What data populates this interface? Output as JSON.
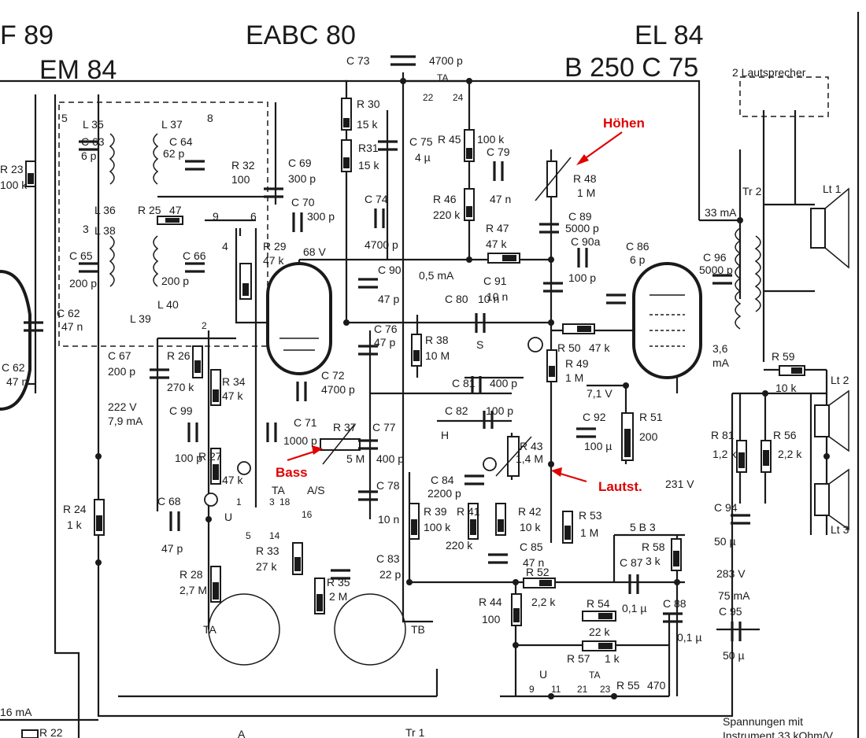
{
  "tubes": {
    "ef89": "F 89",
    "em84": "EM 84",
    "eabc80": "EABC 80",
    "el84": "EL 84",
    "rect": "B 250 C 75"
  },
  "annotations": {
    "hoehen": "Höhen",
    "bass": "Bass",
    "lautst": "Lautst."
  },
  "speakers": {
    "header": "2 Lautsprecher",
    "lt1": "Lt 1",
    "lt2": "Lt 2",
    "lt3": "Lt 3",
    "tr2": "Tr 2",
    "tr1": "Tr 1"
  },
  "voltages": {
    "v68": "68 V",
    "ma05": "0,5 mA",
    "v222": "222 V",
    "ma79": "7,9 mA",
    "v71": "7,1 V",
    "ma33": "33 mA",
    "ma36a": "3,6",
    "ma36b": "mA",
    "v231": "231 V",
    "v283": "283 V",
    "ma75": "75 mA",
    "ma16": "16 mA"
  },
  "footer": {
    "line1": "Spannungen mit",
    "line2": "Instrument 33 kOhm/V"
  },
  "components": {
    "c73": "C 73",
    "c73v": "4700 p",
    "ta_top": "TA",
    "n22": "22",
    "n24": "24",
    "r30": "R 30",
    "r30v": "15 k",
    "r31": "R31",
    "r31v": "15 k",
    "c75": "C 75",
    "c75v": "4 µ",
    "r45": "R 45",
    "r45v": "100 k",
    "c79": "C 79",
    "c79v": "47 n",
    "r48": "R 48",
    "r48v": "1 M",
    "l35": "L 35",
    "l37": "L 37",
    "p5": "5",
    "p8": "8",
    "c63": "C 63",
    "c63v": "6 p",
    "c64": "C 64",
    "c64v": "62 p",
    "r32": "R 32",
    "r32v": "100",
    "c69": "C 69",
    "c69v": "300 p",
    "r46": "R 46",
    "r46v": "220 k",
    "c89": "C 89",
    "c89v": "5000 p",
    "r23": "R 23",
    "r23v": "100 k",
    "l36": "L 36",
    "r25": "R 25",
    "r25v": "47",
    "p9": "9",
    "p6": "6",
    "c70": "C 70",
    "c70v": "300 p",
    "c74": "C 74",
    "c74v": "4700 p",
    "r47": "R 47",
    "r47v": "47 k",
    "c90a": "C 90a",
    "c90av": "100 p",
    "c86": "C 86",
    "c86v": "6 p",
    "l38": "L 38",
    "p3": "3",
    "p4": "4",
    "c65": "C 65",
    "c65v": "200 p",
    "c66": "C 66",
    "c66v": "200 p",
    "r29": "R 29",
    "r29v": "47 k",
    "c90": "C 90",
    "c90v": "47 p",
    "c91": "C 91",
    "c91v": "10 n",
    "c96": "C 96",
    "c96v": "5000 p",
    "c62": "C 62",
    "c62v": "47 n",
    "l40": "L 40",
    "l39": "L 39",
    "c80": "C 80",
    "c80v": "10 n",
    "c76": "C 76",
    "c76v": "47 p",
    "r38": "R 38",
    "r38v": "10 M",
    "s": "S",
    "r50": "R 50",
    "r50v": "47 k",
    "r49": "R 49",
    "r49v": "1 M",
    "r59": "R 59",
    "r59v": "10 k",
    "c62b": "C 62",
    "c62bv": "47 n",
    "c67": "C 67",
    "c67v": "200 p",
    "r26": "R 26",
    "r26v": "270 k",
    "r34": "R 34",
    "r34v": "47 k",
    "c72": "C 72",
    "c72v": "4700 p",
    "c81": "C 81",
    "c81v": "400 p",
    "c82": "C 82",
    "c82v": "100 p",
    "c92": "C 92",
    "c92v": "100 µ",
    "r51": "R 51",
    "r51v": "200",
    "c99": "C 99",
    "c99v": "100 p",
    "c71": "C 71",
    "c71v": "1000 p",
    "r37": "R 37",
    "r37v": "5 M",
    "c77": "C 77",
    "c77v": "400 p",
    "h": "H",
    "r43": "R 43",
    "r43v": "1,4 M",
    "r81": "R 81",
    "r81v": "1,2 k",
    "r56": "R 56",
    "r56v": "2,2 k",
    "r27": "R 27",
    "r27v": "47 k",
    "c84": "C 84",
    "c84v": "2200 p",
    "r24": "R 24",
    "r24v": "1 k",
    "c68": "C 68",
    "c68v": "47 p",
    "ta_sw": "TA",
    "as": "A/S",
    "c78": "C 78",
    "c78v": "10 n",
    "r39": "R 39",
    "r39v": "100 k",
    "r41": "R 41",
    "r41v": "220 k",
    "r42": "R 42",
    "r42v": "10 k",
    "r53": "R 53",
    "r53v": "1 M",
    "c94": "C 94",
    "c94v": "50 µ",
    "b3": "5  B 3",
    "r58": "R 58",
    "r58v": "3 k",
    "r33": "R 33",
    "r33v": "27 k",
    "r28": "R 28",
    "r28v": "2,7 M",
    "r35": "R 35",
    "r35v": "2 M",
    "c83": "C 83",
    "c83v": "22 p",
    "c85": "C 85",
    "c85v": "47 n",
    "r52": "R 52",
    "r52v": "2,2 k",
    "c87": "C 87",
    "c87v": "0,1 µ",
    "c88": "C 88",
    "c88v": "0,1 µ",
    "r44": "R 44",
    "r44v": "100",
    "r54": "R 54",
    "r54v": "22 k",
    "c95": "C 95",
    "c95v": "50 µ",
    "r57": "R 57",
    "r57v": "1 k",
    "u1": "U",
    "u2": "U",
    "ta_mid": "TA",
    "n9": "9",
    "n11": "11",
    "n21": "21",
    "n23": "23",
    "r55": "R 55",
    "r55v": "470",
    "ta": "TA",
    "tb": "TB",
    "n1": "1",
    "n3": "3",
    "n18": "18",
    "n16": "16",
    "n5": "5",
    "n14": "14",
    "n2": "2",
    "r22": "R 22",
    "a": "A"
  }
}
